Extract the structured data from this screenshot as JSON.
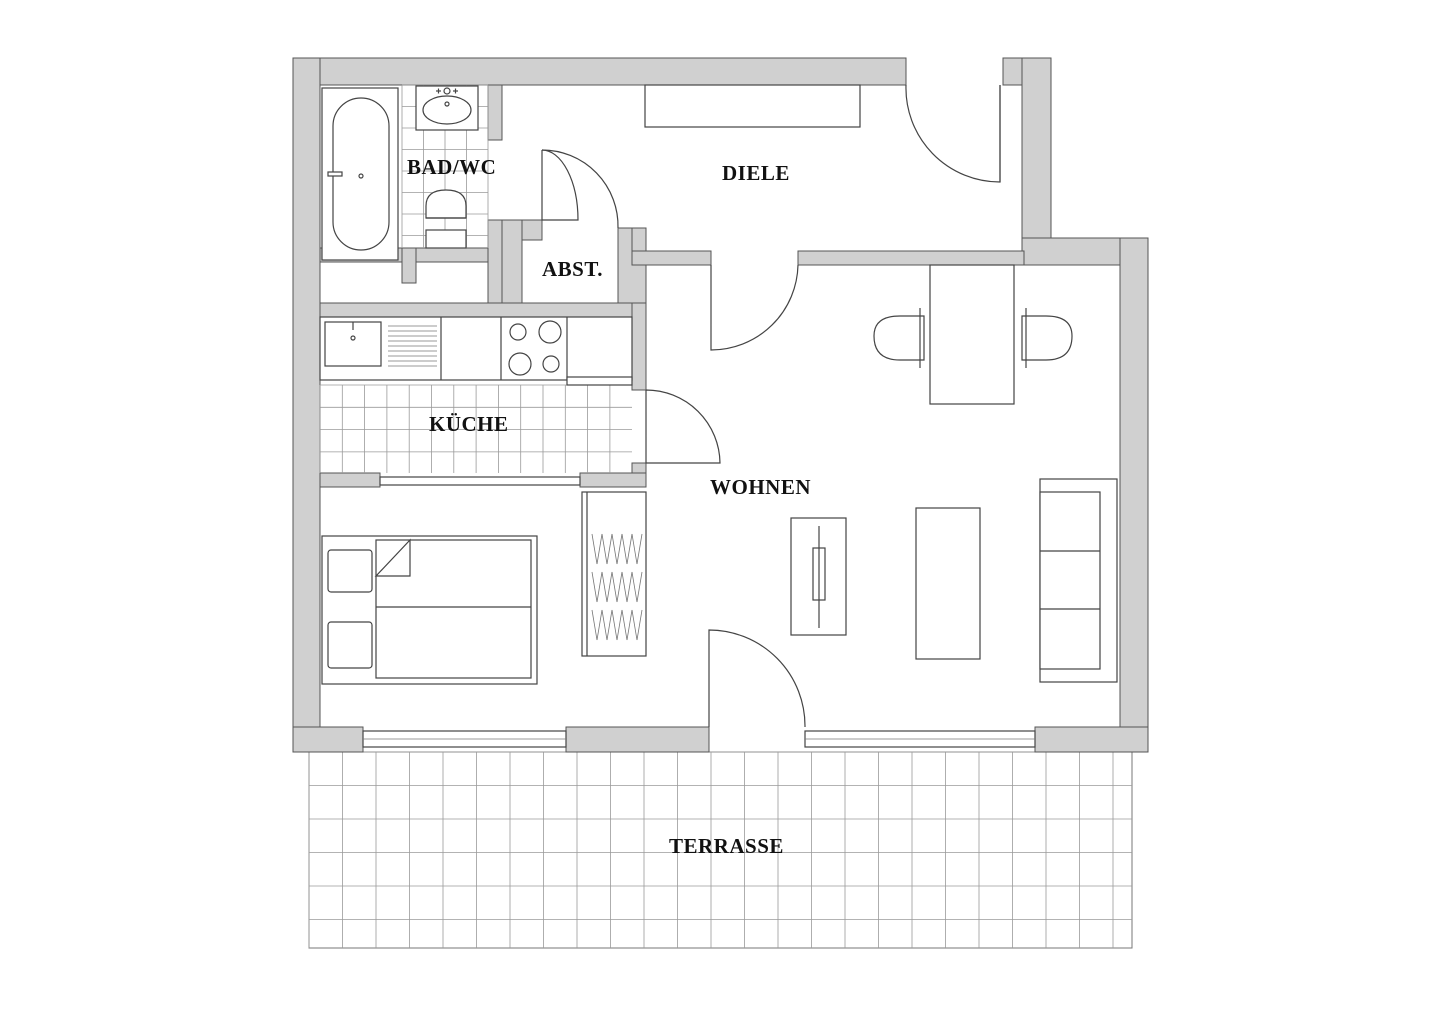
{
  "plan": {
    "rooms": {
      "bad_wc": "BAD/WC",
      "diele": "DIELE",
      "abst": "ABST.",
      "kueche": "KÜCHE",
      "wohnen": "WOHNEN",
      "terrasse": "TERRASSE"
    },
    "colors": {
      "wall_fill": "#d0d0d0",
      "line": "#444444",
      "tile_line": "#9a9a9a",
      "background": "#ffffff"
    }
  }
}
